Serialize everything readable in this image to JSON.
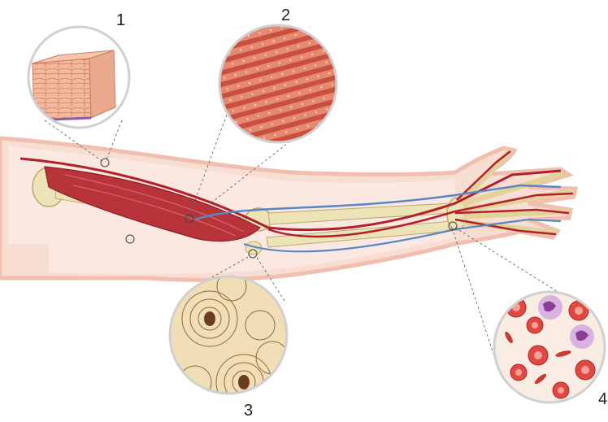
{
  "labels": {
    "n1": "1",
    "n2": "2",
    "n3": "3",
    "n4": "4"
  },
  "colors": {
    "skin": "#f7d9cc",
    "skin_edge": "#f0bfae",
    "muscle": "#b8343a",
    "bone": "#e9dfb0",
    "artery": "#b3202c",
    "vein": "#5a86c4",
    "epithelium": "#e9a78a",
    "blood_cell": "#e0493f",
    "wbc": "#9a4f9c"
  }
}
